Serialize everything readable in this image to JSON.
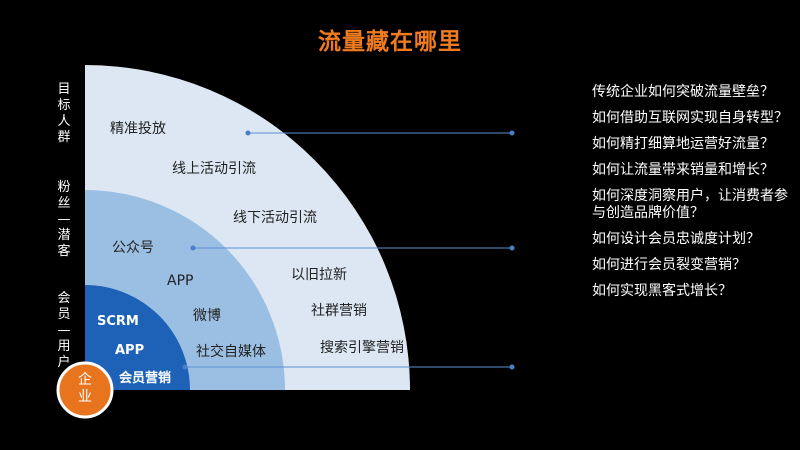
{
  "title": "流量藏在哪里",
  "side_labels": {
    "target": "目标人群",
    "fans": "粉丝—潜客",
    "members": "会员—用户"
  },
  "center_label": "企业",
  "outer_ring": {
    "items": [
      "精准投放",
      "线上活动引流",
      "线下活动引流",
      "以旧拉新",
      "社群营销",
      "搜索引擎营销"
    ]
  },
  "middle_ring": {
    "items": [
      "公众号",
      "APP",
      "微博",
      "社交自媒体"
    ]
  },
  "inner_ring": {
    "items": [
      "SCRM",
      "APP",
      "会员营销"
    ]
  },
  "questions": [
    "传统企业如何突破流量壁垒？",
    "如何借助互联网实现自身转型？",
    "如何精打细算地运营好流量？",
    "如何让流量带来销量和增长？",
    "如何深度洞察用户，让消费者参与创造品牌价值？",
    "如何设计会员忠诚度计划？",
    "如何进行会员裂变营销？",
    "如何实现黑客式增长？"
  ],
  "colors": {
    "title": "#F07B1F",
    "outer_ring": "#DCE7F3",
    "middle_ring": "#9BBFE3",
    "inner_ring": "#1E62B8",
    "center_circle": "#E8741E",
    "connector": "#5B8FD0"
  }
}
